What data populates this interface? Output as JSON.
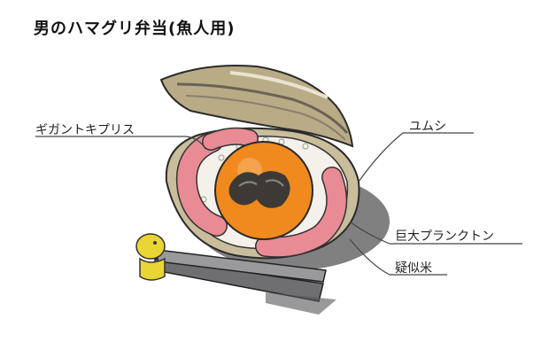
{
  "title": "男のハマグリ弁当(魚人用)",
  "labels": {
    "gigantic_kipris": "ギガントキプリス",
    "yumushi": "ユムシ",
    "giant_plankton": "巨大プランクトン",
    "pseudo_rice": "疑似米"
  },
  "colors": {
    "shell": "#b9ab86",
    "shell_dark": "#5a5248",
    "rice": "#f4f1ea",
    "sausage": "#e98b95",
    "egg": "#f0891e",
    "chopsticks": "#6f6f72",
    "rest": "#e9d533"
  }
}
